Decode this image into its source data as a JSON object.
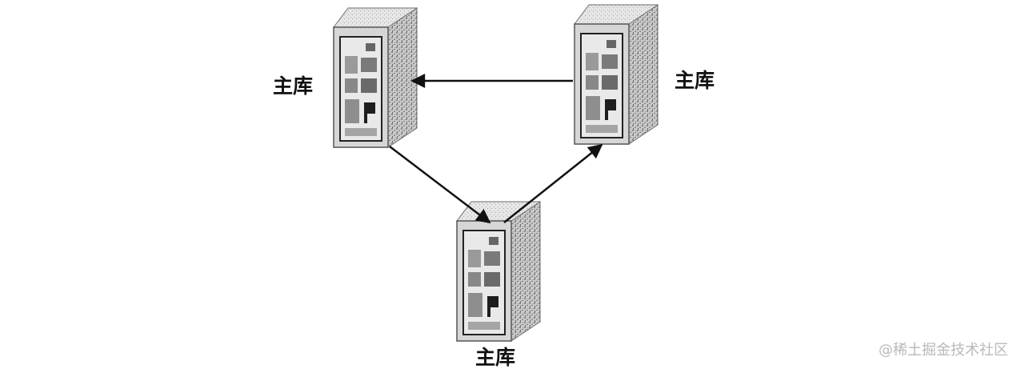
{
  "nodes": [
    {
      "id": "left",
      "label": "主库"
    },
    {
      "id": "right",
      "label": "主库"
    },
    {
      "id": "bottom",
      "label": "主库"
    }
  ],
  "edges": [
    {
      "from": "right",
      "to": "left"
    },
    {
      "from": "left",
      "to": "bottom"
    },
    {
      "from": "bottom",
      "to": "right"
    }
  ],
  "watermark": "@稀土掘金技术社区",
  "icons": {
    "server": "server-tower-icon"
  },
  "colors": {
    "line": "#111111",
    "server_body": "#d8d8d8",
    "server_side": "#a9a9a9",
    "label": "#111111",
    "watermark": "#b9b9b9"
  }
}
